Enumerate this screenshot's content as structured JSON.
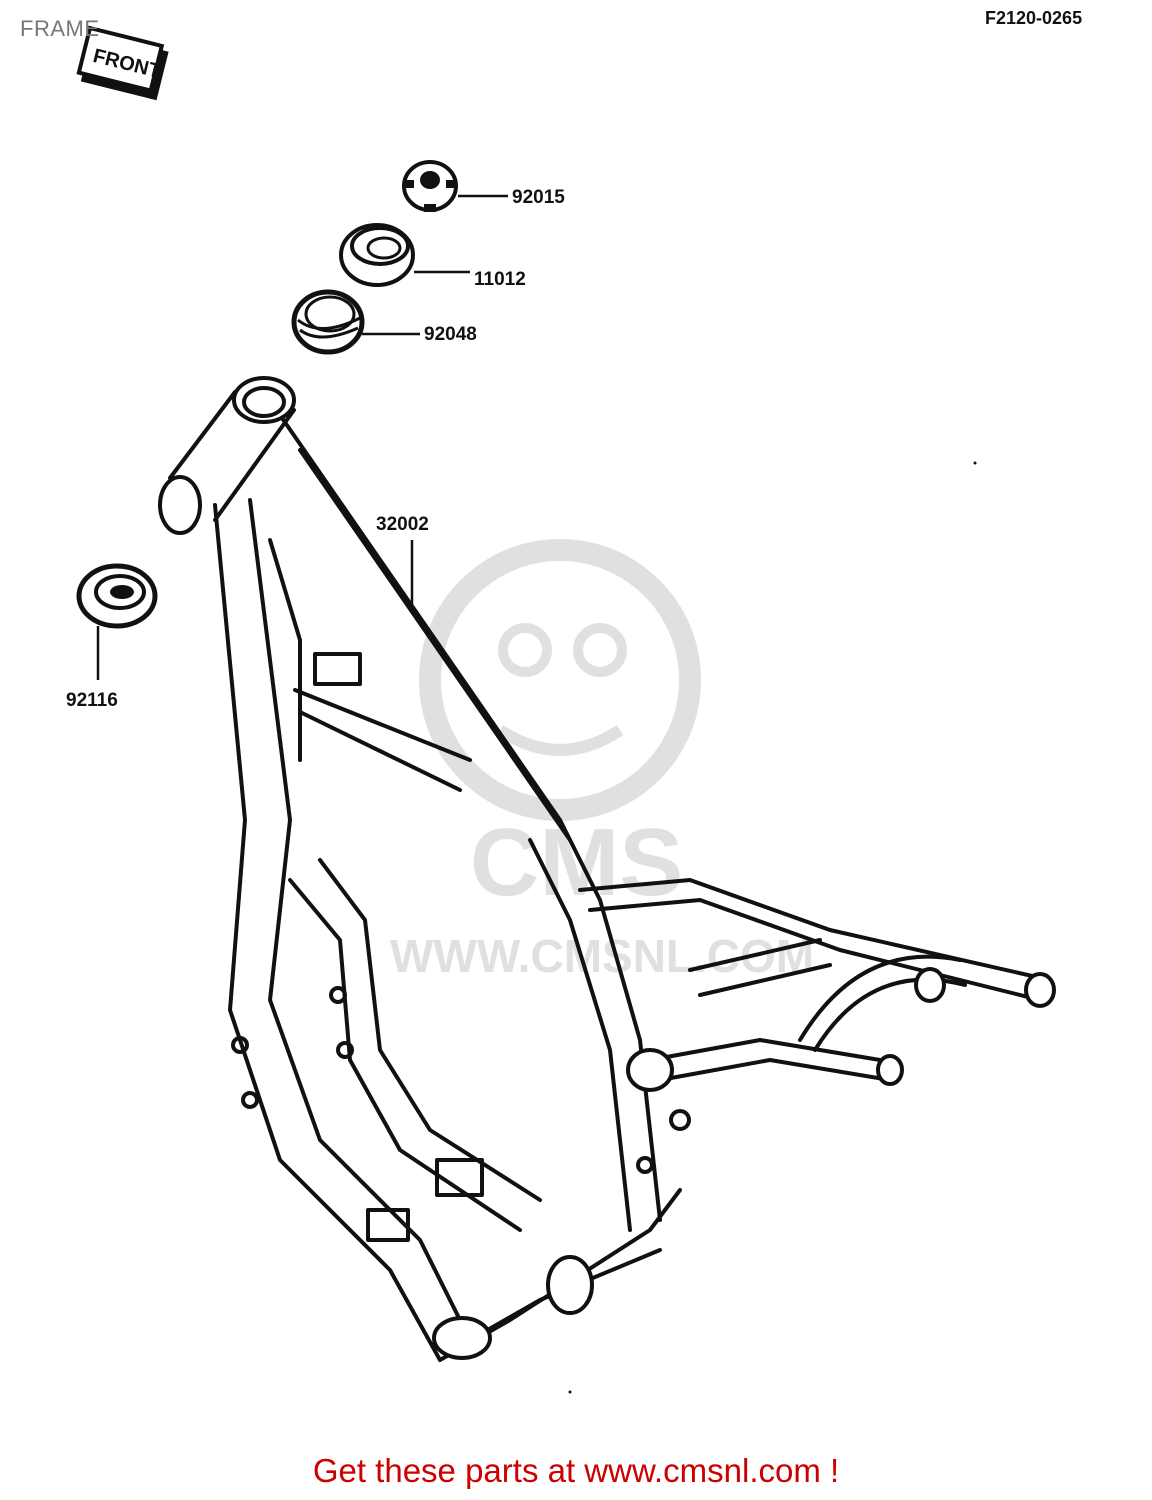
{
  "page": {
    "title": "FRAME",
    "code": "F2120-0265"
  },
  "front_tag": {
    "text": "FRONT"
  },
  "parts": [
    {
      "number": "92015",
      "icon": "nut-icon"
    },
    {
      "number": "11012",
      "icon": "bearing-cover-icon"
    },
    {
      "number": "92048",
      "icon": "seal-icon"
    },
    {
      "number": "32002",
      "icon": "frame-icon"
    },
    {
      "number": "92116",
      "icon": "bearing-icon"
    }
  ],
  "watermark": {
    "logo": "CMS",
    "url": "WWW.CMSNL.COM"
  },
  "footer": {
    "text": "Get these parts at www.cmsnl.com !"
  },
  "colors": {
    "footer": "#cc0000",
    "lines": "#111111",
    "watermark": "#dddddd"
  }
}
